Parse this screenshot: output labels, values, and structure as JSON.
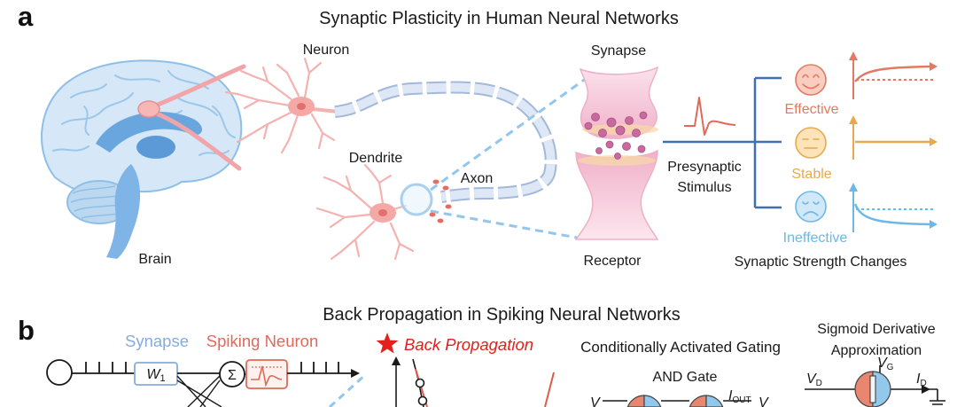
{
  "panel_a": {
    "letter": "a",
    "title": "Synaptic Plasticity in Human Neural Networks",
    "brain": "Brain",
    "neuron": "Neuron",
    "dendrite": "Dendrite",
    "axon": "Axon",
    "synapse": "Synapse",
    "receptor": "Receptor",
    "stimulus": [
      "Presynaptic",
      "Stimulus"
    ],
    "states": [
      {
        "label": "Effective",
        "icon": "happy-face-icon",
        "color": "#e27a63"
      },
      {
        "label": "Stable",
        "icon": "neutral-face-icon",
        "color": "#e9a84c"
      },
      {
        "label": "Ineffective",
        "icon": "sad-face-icon",
        "color": "#6cb8e6"
      }
    ],
    "strength_caption": "Synaptic Strength Changes"
  },
  "panel_b": {
    "letter": "b",
    "title": "Back Propagation in Spiking Neural Networks",
    "synapse": "Synapse",
    "spiking_neuron": "Spiking Neuron",
    "back_propagation": "Back Propagation",
    "back_propagation_icon": "star-icon",
    "gating_title": "Conditionally Activated Gating",
    "and_gate": "AND Gate",
    "sigmoid_title": [
      "Sigmoid Derivative",
      "Approximation"
    ],
    "weight": {
      "main": "W",
      "sub": "1"
    },
    "sum": "Σ",
    "gate": {
      "v_in": "V",
      "i_out": {
        "main": "I",
        "sub": "OUT"
      },
      "v_out": "V"
    },
    "sigmoid": {
      "vd": {
        "main": "V",
        "sub": "D"
      },
      "vg": {
        "main": "V",
        "sub": "G"
      },
      "id": {
        "main": "I",
        "sub": "D"
      }
    }
  },
  "colors": {
    "text": "#1a1a1a",
    "synapse_blue": "#85acdf",
    "spiking_red": "#df6a5a",
    "back_prop_red": "#e3201b",
    "bracket_blue": "#3e70b3",
    "dashed_blue": "#92c6ec"
  }
}
